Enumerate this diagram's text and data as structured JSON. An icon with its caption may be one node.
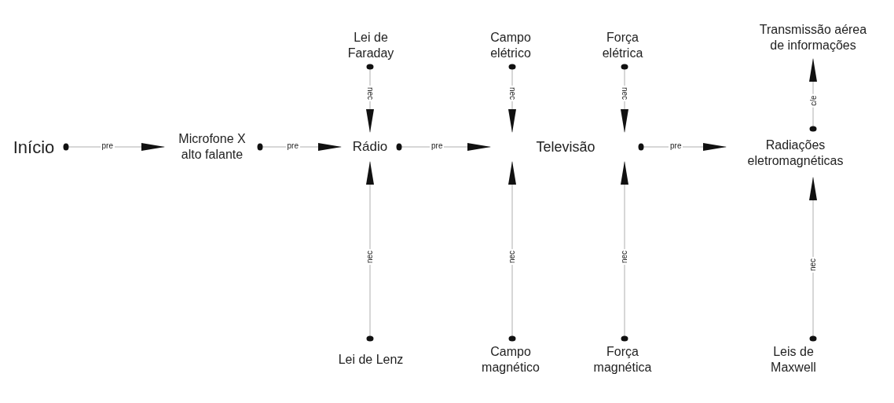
{
  "diagram": {
    "nodes": [
      {
        "text": [
          "Início"
        ]
      },
      {
        "text": [
          "Microfone X alto falante"
        ]
      },
      {
        "text": [
          "Rádio"
        ]
      },
      {
        "text": [
          "Televisão"
        ]
      },
      {
        "text": [
          "Radiações eletromagnéticas"
        ]
      },
      {
        "text": [
          "Lei de Faraday"
        ]
      },
      {
        "text": [
          "Campo elétrico"
        ]
      },
      {
        "text": [
          "Força elétrica"
        ]
      },
      {
        "text": [
          "Transmissão aérea de informações"
        ]
      },
      {
        "text": [
          "Lei de Lenz"
        ]
      },
      {
        "text": [
          "Campo magnético"
        ]
      },
      {
        "text": [
          "Força magnética"
        ]
      },
      {
        "text": [
          "Leis de Maxwell"
        ]
      }
    ],
    "edges": [
      {
        "from": 0,
        "to": 1,
        "arrow": "to",
        "label": "pre"
      },
      {
        "from": 1,
        "to": 2,
        "arrow": "to",
        "label": "pre"
      },
      {
        "from": 2,
        "to": 3,
        "arrow": "to",
        "label": "pre"
      },
      {
        "from": 3,
        "to": 4,
        "arrow": "to",
        "label": "pre"
      },
      {
        "from": 5,
        "to": 2,
        "arrow": "to",
        "label": "nec"
      },
      {
        "from": 6,
        "to": 3,
        "arrow": "to",
        "label": "nec"
      },
      {
        "from": 7,
        "to": 3,
        "arrow": "to",
        "label": "nec"
      },
      {
        "from": 4,
        "to": 8,
        "arrow": "to",
        "label": "c/e"
      },
      {
        "from": 9,
        "to": 2,
        "arrow": "to",
        "label": "nec"
      },
      {
        "from": 10,
        "to": 3,
        "arrow": "to",
        "label": "nec"
      },
      {
        "from": 11,
        "to": 3,
        "arrow": "to",
        "label": "nec"
      },
      {
        "from": 12,
        "to": 4,
        "arrow": "to",
        "label": "nec"
      }
    ]
  }
}
